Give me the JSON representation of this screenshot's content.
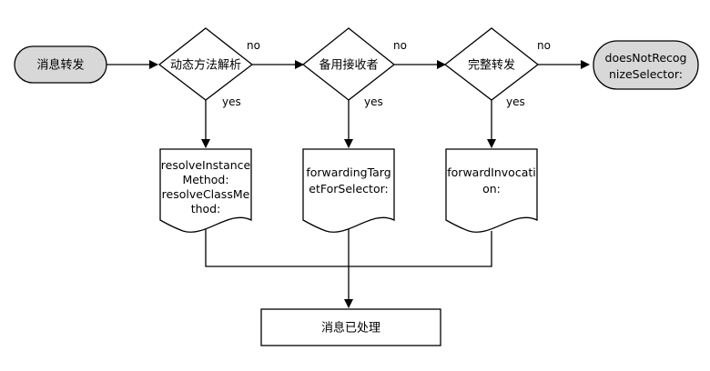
{
  "nodes": {
    "start": {
      "label": "消息转发",
      "fill": "#d8d8d8"
    },
    "decision_resolve": {
      "label": "动态方法解析"
    },
    "decision_backup": {
      "label": "备用接收者"
    },
    "decision_full": {
      "label": "完整转发"
    },
    "end_fail": {
      "lines": [
        "doesNotRecog",
        "nizeSelector:"
      ],
      "fill": "#d8d8d8"
    },
    "doc_resolve": {
      "lines": [
        "resolveInstance",
        "Method:",
        "resolveClassMe",
        "thod:"
      ]
    },
    "doc_forward_target": {
      "lines": [
        "forwardingTarg",
        "etForSelector:"
      ]
    },
    "doc_invocation": {
      "lines": [
        "forwardInvocati",
        "on:"
      ]
    },
    "handled": {
      "label": "消息已处理"
    }
  },
  "edges": {
    "no_1": "no",
    "no_2": "no",
    "no_3": "no",
    "yes_1": "yes",
    "yes_2": "yes",
    "yes_3": "yes"
  },
  "colors": {
    "stroke": "#000000",
    "terminal_fill": "#d8d8d8",
    "shape_fill": "#ffffff"
  }
}
